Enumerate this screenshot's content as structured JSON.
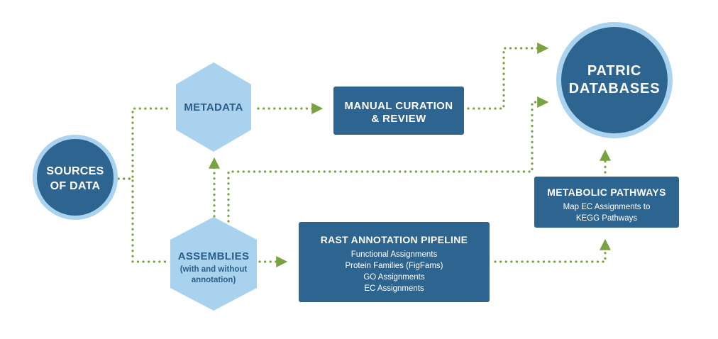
{
  "colors": {
    "dark_blue": "#2d6590",
    "circle_ring": "#a9d3ee",
    "hexagon": "#a8d2ee",
    "hexagon_text": "#2b5f87",
    "connector": "#79a341",
    "white": "#ffffff"
  },
  "nodes": {
    "sources": {
      "line1": "SOURCES",
      "line2": "OF DATA"
    },
    "patric": {
      "line1": "PATRIC",
      "line2": "DATABASES"
    },
    "metadata": {
      "title": "METADATA"
    },
    "assemblies": {
      "title": "ASSEMBLIES",
      "sub1": "(with and without",
      "sub2": "annotation)"
    },
    "manual_curation": {
      "line1": "MANUAL CURATION",
      "line2": "& REVIEW"
    },
    "rast": {
      "title": "RAST ANNOTATION PIPELINE",
      "items": [
        "Functional Assignments",
        "Protein Families (FigFams)",
        "GO Assignments",
        "EC Assignments"
      ]
    },
    "metabolic": {
      "title": "METABOLIC PATHWAYS",
      "sub1": "Map EC Assignments to",
      "sub2": "KEGG Pathways"
    }
  },
  "connectors": [
    "sources-to-metadata",
    "sources-to-assemblies",
    "metadata-to-manual-curation",
    "manual-curation-to-patric",
    "assemblies-to-metadata",
    "assemblies-to-patric",
    "assemblies-to-rast",
    "rast-to-metabolic",
    "metabolic-to-patric"
  ]
}
